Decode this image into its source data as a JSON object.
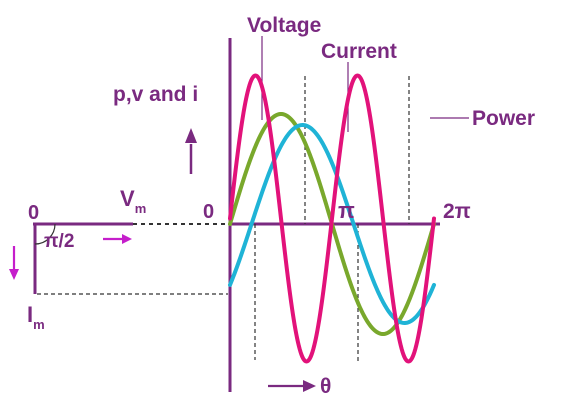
{
  "labels": {
    "voltage": "Voltage",
    "current": "Current",
    "power": "Power",
    "axis_y": "p,v and i",
    "zero_left": "0",
    "zero_right": "0",
    "pi": "π",
    "two_pi": "2π",
    "vm_base": "V",
    "vm_sub": "m",
    "im_base": "I",
    "im_sub": "m",
    "pi_half": "π/2",
    "theta": "θ"
  },
  "colors": {
    "axis": "#7a2a80",
    "voltage": "#79a82c",
    "current": "#1fb3d6",
    "power": "#e2127a",
    "label": "#7a2a80",
    "arrow": "#c51ecb",
    "dashes": "#333333",
    "background": "#ffffff"
  },
  "waves": {
    "voltage": {
      "amplitude": 1.0,
      "phase_deg": 0,
      "frequency": 1
    },
    "current": {
      "amplitude": 0.9,
      "phase_deg": -38,
      "frequency": 1
    },
    "power": {
      "amplitude": 1.3,
      "phase_deg": 0,
      "frequency": 2,
      "offset": 0.05
    }
  }
}
